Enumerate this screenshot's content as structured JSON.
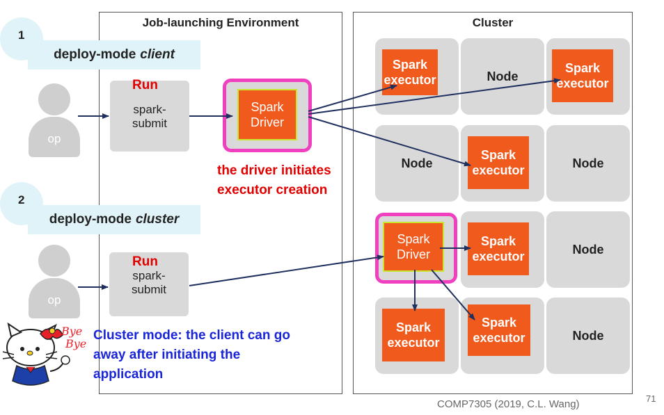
{
  "env_panel": {
    "title": "Job-launching Environment"
  },
  "cluster_panel": {
    "title": "Cluster"
  },
  "mode1": {
    "number": "1",
    "label": "deploy-mode",
    "mode": "client"
  },
  "mode2": {
    "number": "2",
    "label": "deploy-mode",
    "mode": "cluster"
  },
  "person_label": "op",
  "run_label": "Run",
  "submit_label": [
    "spark-",
    "submit"
  ],
  "driver_label": [
    "Spark",
    "Driver"
  ],
  "executor_label": [
    "Spark",
    "executor"
  ],
  "node_label": "Node",
  "driver_note": [
    "the driver initiates",
    "executor creation"
  ],
  "cluster_note": [
    "Cluster mode: the client can go",
    "away after initiating the",
    "application"
  ],
  "bye_text": [
    "Bye",
    "Bye"
  ],
  "footer": "COMP7305 (2019, C.L. Wang)",
  "page_number": "71",
  "colors": {
    "executor": "#f05a1c",
    "highlight": "#f040c0",
    "arrow": "#1f2f5e",
    "note_red": "#e00000",
    "note_blue": "#1a25d8"
  }
}
